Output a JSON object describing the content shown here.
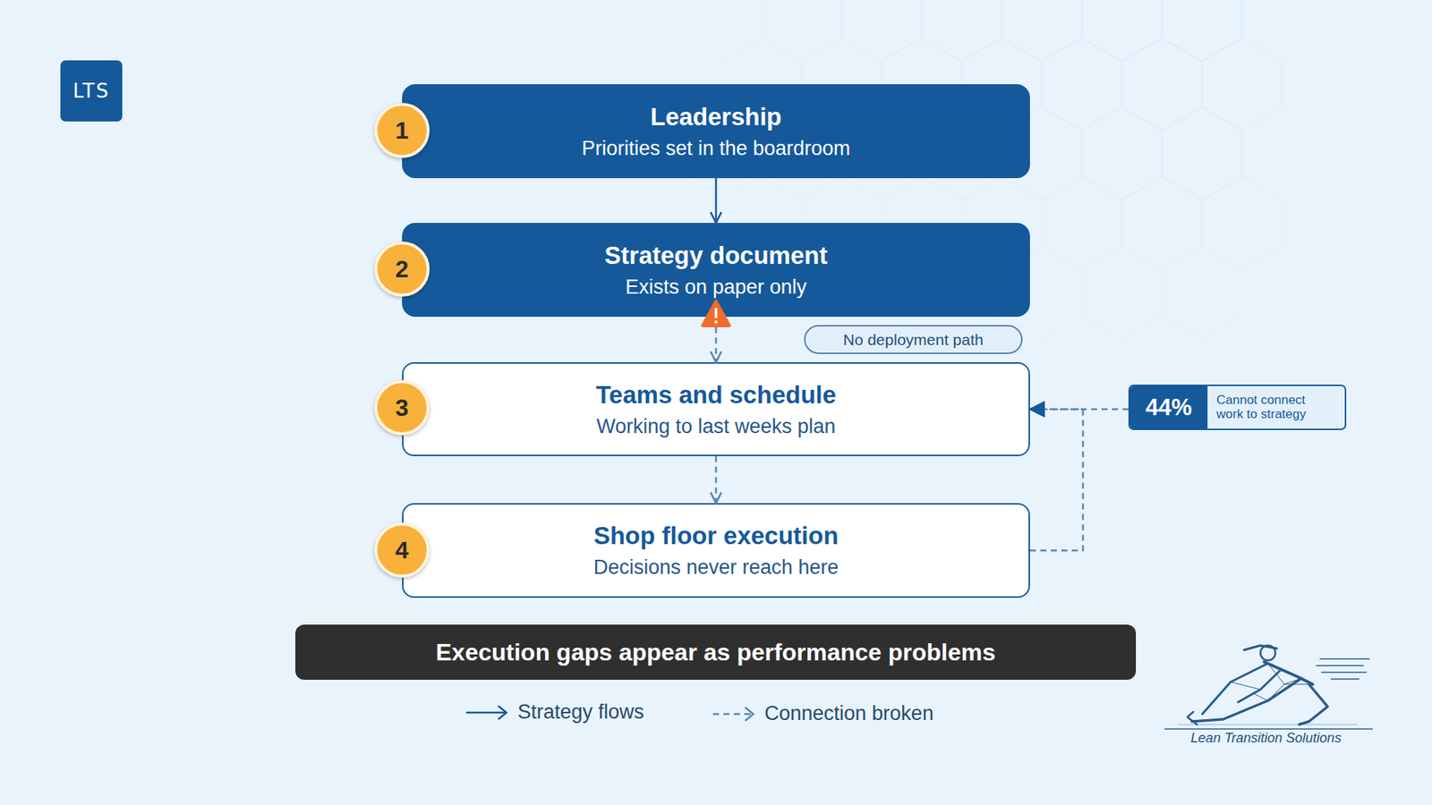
{
  "diagram": {
    "nodes": [
      {
        "text": [
          "LTS"
        ]
      },
      {
        "text": [
          "1"
        ]
      },
      {
        "text": [
          "Leadership",
          "Priorities set in the boardroom"
        ]
      },
      {
        "text": [
          "2"
        ]
      },
      {
        "text": [
          "Strategy document",
          "Exists on paper only"
        ]
      },
      {
        "text": [
          "No deployment path"
        ]
      },
      {
        "text": [
          "3"
        ]
      },
      {
        "text": [
          "Teams and schedule",
          "Working to last weeks plan"
        ]
      },
      {
        "text": [
          "44%",
          "Cannot connect work to strategy"
        ]
      },
      {
        "text": [
          "4"
        ]
      },
      {
        "text": [
          "Shop floor execution",
          "Decisions never reach here"
        ]
      },
      {
        "text": [
          "Execution gaps appear as performance problems"
        ]
      }
    ],
    "edges": [
      {
        "from": 2,
        "to": 4,
        "arrow": "to"
      },
      {
        "from": 4,
        "to": 7,
        "arrow": "to"
      },
      {
        "from": 7,
        "to": 10,
        "arrow": "to"
      },
      {
        "from": 8,
        "to": 7,
        "arrow": "to"
      },
      {
        "from": 10,
        "to": 7,
        "arrow": "to"
      }
    ],
    "labels": [
      "Lean Transition Solutions"
    ],
    "legend": [
      {
        "text": "Strategy flows"
      },
      {
        "text": "Connection broken"
      }
    ]
  }
}
